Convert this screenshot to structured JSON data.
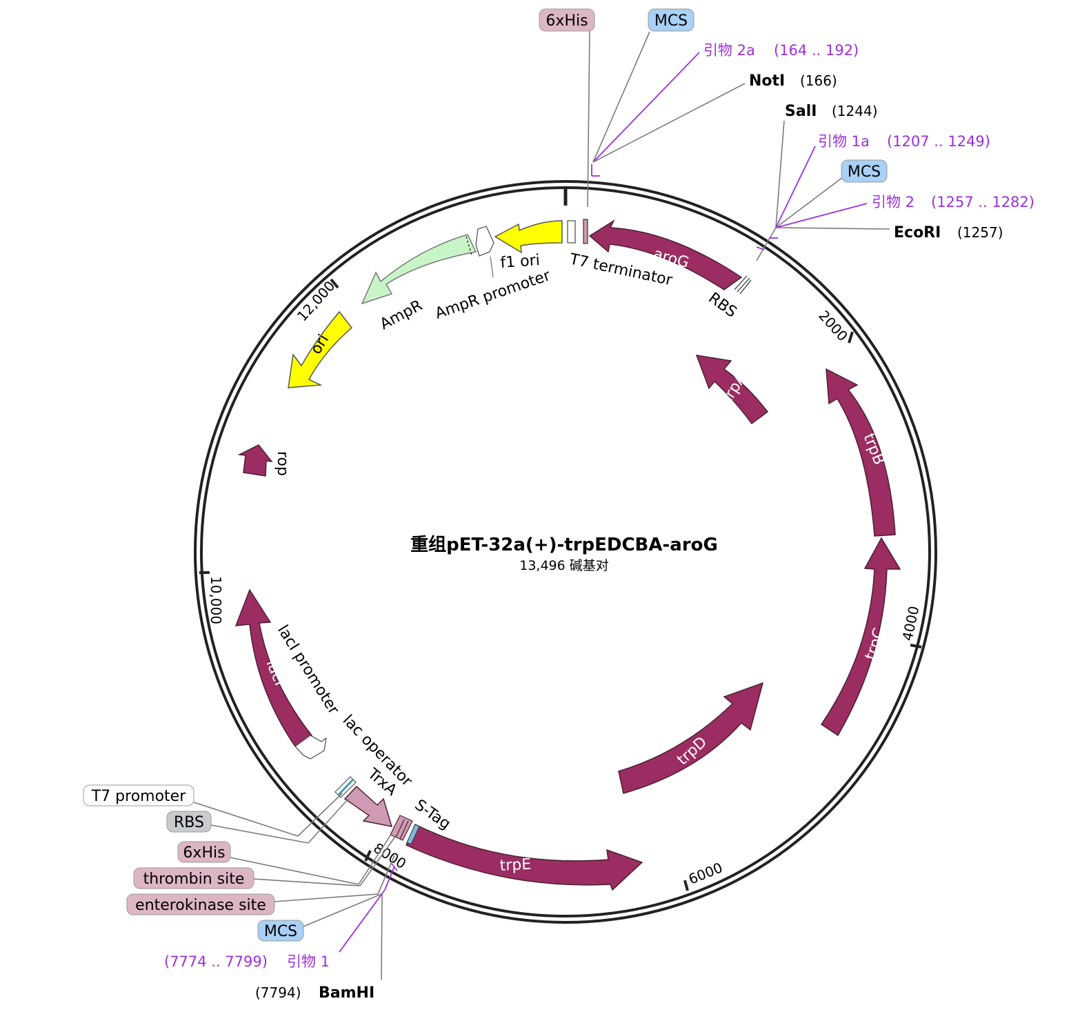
{
  "title": "重组pET-32a(+)-trpEDCBA-aroG",
  "subtitle": "13,496 碱基对",
  "colors": {
    "gene": "#9B2D62",
    "gene_light": "#CF9AB3",
    "yellow": "#FFFF00",
    "green": "#C8F5C8",
    "primer": "#9B2FE0",
    "mcs_fill": "#A9D0F5",
    "his_fill": "#DDB6C6",
    "rbs_fill": "#C8CCCF"
  },
  "ticks": [
    "2000",
    "4000",
    "6000",
    "8000",
    "10,000",
    "12,000"
  ],
  "features": {
    "aroG": "aroG",
    "trpA": "trpA",
    "trpB": "trpB",
    "trpC": "trpC",
    "trpD": "trpD",
    "trpE": "trpE",
    "lacI": "lacI",
    "ori": "ori",
    "AmpR": "AmpR",
    "rop": "rop",
    "TrxA": "TrxA",
    "STag": "S-Tag",
    "f1ori": "f1 ori",
    "AmpRpromoter": "AmpR promoter",
    "T7terminator": "T7 terminator",
    "RBS": "RBS",
    "lacIpromoter": "lacI promoter",
    "lacoperator": "lac operator"
  },
  "top_labels": {
    "his": "6xHis",
    "mcs": "MCS",
    "primer2a_name": "引物 2a",
    "primer2a_range": "(164 .. 192)",
    "noti_name": "NotI",
    "noti_pos": "(166)"
  },
  "right_labels": {
    "sali_name": "SalI",
    "sali_pos": "(1244)",
    "primer1a_name": "引物 1a",
    "primer1a_range": "(1207 .. 1249)",
    "mcs": "MCS",
    "primer2_name": "引物 2",
    "primer2_range": "(1257 .. 1282)",
    "ecori_name": "EcoRI",
    "ecori_pos": "(1257)"
  },
  "bottom_labels": {
    "t7promoter": "T7 promoter",
    "rbs": "RBS",
    "his": "6xHis",
    "thrombin": "thrombin site",
    "enterokinase": "enterokinase site",
    "mcs": "MCS",
    "primer1_range": "(7774 .. 7799)",
    "primer1_name": "引物 1",
    "bamhi_pos": "(7794)",
    "bamhi_name": "BamHI"
  }
}
